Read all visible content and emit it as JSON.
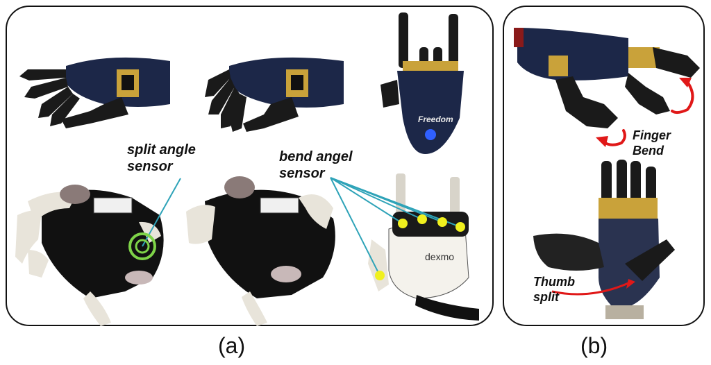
{
  "panel_a": {
    "caption": "(a)",
    "labels": {
      "split_angle_line1": "split angle",
      "split_angle_line2": "sensor",
      "bend_angle_line1": "bend angel",
      "bend_angle_line2": "sensor"
    },
    "glove_brand": "dexmo",
    "hand_brand": "Freedom"
  },
  "panel_b": {
    "caption": "(b)",
    "labels": {
      "finger_bend_line1": "Finger",
      "finger_bend_line2": "Bend",
      "thumb_split_line1": "Thumb",
      "thumb_split_line2": "split"
    }
  },
  "colors": {
    "hand_navy": "#1c2748",
    "finger_black": "#1a1a1a",
    "gold": "#c9a23a",
    "sensor_yellow": "#f0f01e",
    "sensor_green": "#7ed348",
    "leader_cyan": "#2ea3b8",
    "arrow_red": "#e01818"
  }
}
